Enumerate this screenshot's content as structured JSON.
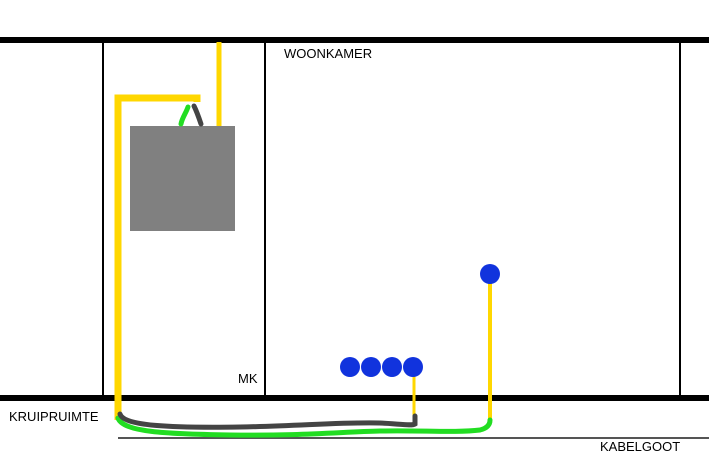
{
  "labels": {
    "living_room": "WOONKAMER",
    "meter_cabinet": "MK",
    "crawl_space": "KRUIPRUIMTE",
    "cable_tray": "KABELGOOT"
  },
  "colors": {
    "wall": "#000000",
    "yellow_pipe": "#FFD700",
    "green_cable": "#22DD22",
    "dark_cable": "#444444",
    "box_fill": "#808080",
    "sockets": "#1133DD",
    "cable_tray": "#555555"
  },
  "sockets": {
    "group_count": 4,
    "single_count": 1
  }
}
